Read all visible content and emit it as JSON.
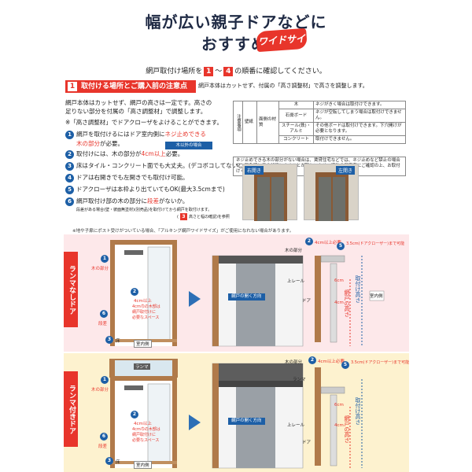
{
  "header": {
    "title_line1": "幅が広い親子ドアなどに",
    "title_line2": "おすすめの",
    "badge": "ワイドサイズ"
  },
  "instruction": {
    "before": "網戸取付け場所を",
    "n1": "1",
    "tilde": "〜",
    "n4": "4",
    "after": "の順番に確認してください。"
  },
  "section": {
    "num": "1",
    "title": "取付ける場所とご購入前の注意点",
    "side_note": "網戸本体はカットせず、付属の「高さ調整材」で高さを調整します。"
  },
  "intro": {
    "line1": "網戸本体はカットせず、網戸の高さは一定です。高さの",
    "line2": "足りない部分を付属の「高さ調整材」で調整します。",
    "line3": "※「高さ調整材」でドアクローザをよけることができます。"
  },
  "items": [
    {
      "num": "1",
      "text_a": "網戸を取付けるにはドア室内側に",
      "text_red": "ネジ止めできる",
      "text_b": ""
    },
    {
      "num": "",
      "text_a": "",
      "text_red": "木の部分",
      "text_b": "が必要。"
    },
    {
      "num": "2",
      "text_a": "取付けには、木の部分が",
      "text_red": "4cm以上",
      "text_b": "必要。"
    },
    {
      "num": "3",
      "text_a": "床はタイル・コンクリート面でも大丈夫。(デコボコしてないこと)",
      "text_red": "",
      "text_b": ""
    },
    {
      "num": "4",
      "text_a": "ドアは右開きでも左開きでも取付け可能。",
      "text_red": "",
      "text_b": ""
    },
    {
      "num": "5",
      "text_a": "ドアクローザは本枠より出ていてもOK(最大3.5cmまで)",
      "text_red": "",
      "text_b": ""
    },
    {
      "num": "6",
      "text_a": "網戸取付け部の木の部分に",
      "text_red": "段差",
      "text_b": "がないか。"
    }
  ],
  "item6_sub1": "段差がある場合(壁・彼面無塗材)(別売品)を取付けてから網戸を取付けます。",
  "item6_sub2_a": "(",
  "item6_sub2_num": "3",
  "item6_sub2_b": "高さと幅の確認)を参照",
  "wood_tag": "木以外の場合",
  "note": {
    "label": "注意事項",
    "rows": [
      {
        "c1": "壁紙",
        "c2": "面側の材質",
        "c3": "木",
        "c4": "ネジがきく場合は取付けできます。"
      },
      {
        "c1": "",
        "c2": "",
        "c3": "石膏ボード",
        "c4": "ネジが空転してしまう場合は取付けできません。"
      },
      {
        "c1": "",
        "c2": "",
        "c3": "スチール(鉄)・アルミ",
        "c4": "その他ボードは取付けできます。下穴開けが必要となります。"
      },
      {
        "c1": "",
        "c2": "",
        "c3": "コンクリート",
        "c4": "取付けできません。"
      }
    ],
    "foot": "ネジ止めできる木の部分がない場合は、賃貸住宅などでは、ネジ止めなど禁止の場合や、居住時に元の状態に戻すことが難しいため、建物の所有者にご確認の上、お取付けください。"
  },
  "photos": {
    "right": "右開き",
    "left": "左開き"
  },
  "footnote": "※地や子扉にポスト受けがついている場合、「アルキング網戸ワイドサイズ」がご使用になれない場合があります。",
  "panel1": {
    "side": "ランマなしドア",
    "wood": "木の部分",
    "step": "段差",
    "floor": "床",
    "room": "室内側",
    "need": "4cm以上",
    "need_note1": "4cm巾の木部は",
    "need_note2": "網戸取付けに",
    "need_note3": "必要なスペース",
    "arrow": "網戸の開く方向",
    "top_need": "4cm以上必要",
    "closer": "3.5cm(ドアクローザー)まで可能",
    "wood_right": "木の部分",
    "rail": "上レール",
    "door": "ドア",
    "height": "取付け高さ",
    "net_height": "網戸の高さ",
    "h4": "4cm",
    "h6": "6cm",
    "room_r": "室内側"
  },
  "panel2": {
    "side": "ランマ付きドア",
    "ranma": "ランマ",
    "wood": "木の部分",
    "step": "段差",
    "floor": "床",
    "room": "室内側",
    "need": "4cm以上",
    "need_note1": "4cm巾の木部は",
    "need_note2": "網戸取付けに",
    "need_note3": "必要なスペース",
    "arrow": "網戸の開く方向",
    "top_need": "4cm以上必要",
    "closer": "3.5cm(ドアクローザー)まで可能",
    "wood_right": "木の部分",
    "ranma_r": "ランマ",
    "rail": "上レール",
    "door": "ドア",
    "height": "取付け高さ",
    "net_height": "網戸の高さ",
    "h4": "4cm",
    "h6": "6cm"
  },
  "colors": {
    "accent_red": "#e8352b",
    "accent_blue": "#1d5fa6",
    "panel_pink": "#fde8ea",
    "panel_yellow": "#fdf2cf"
  }
}
